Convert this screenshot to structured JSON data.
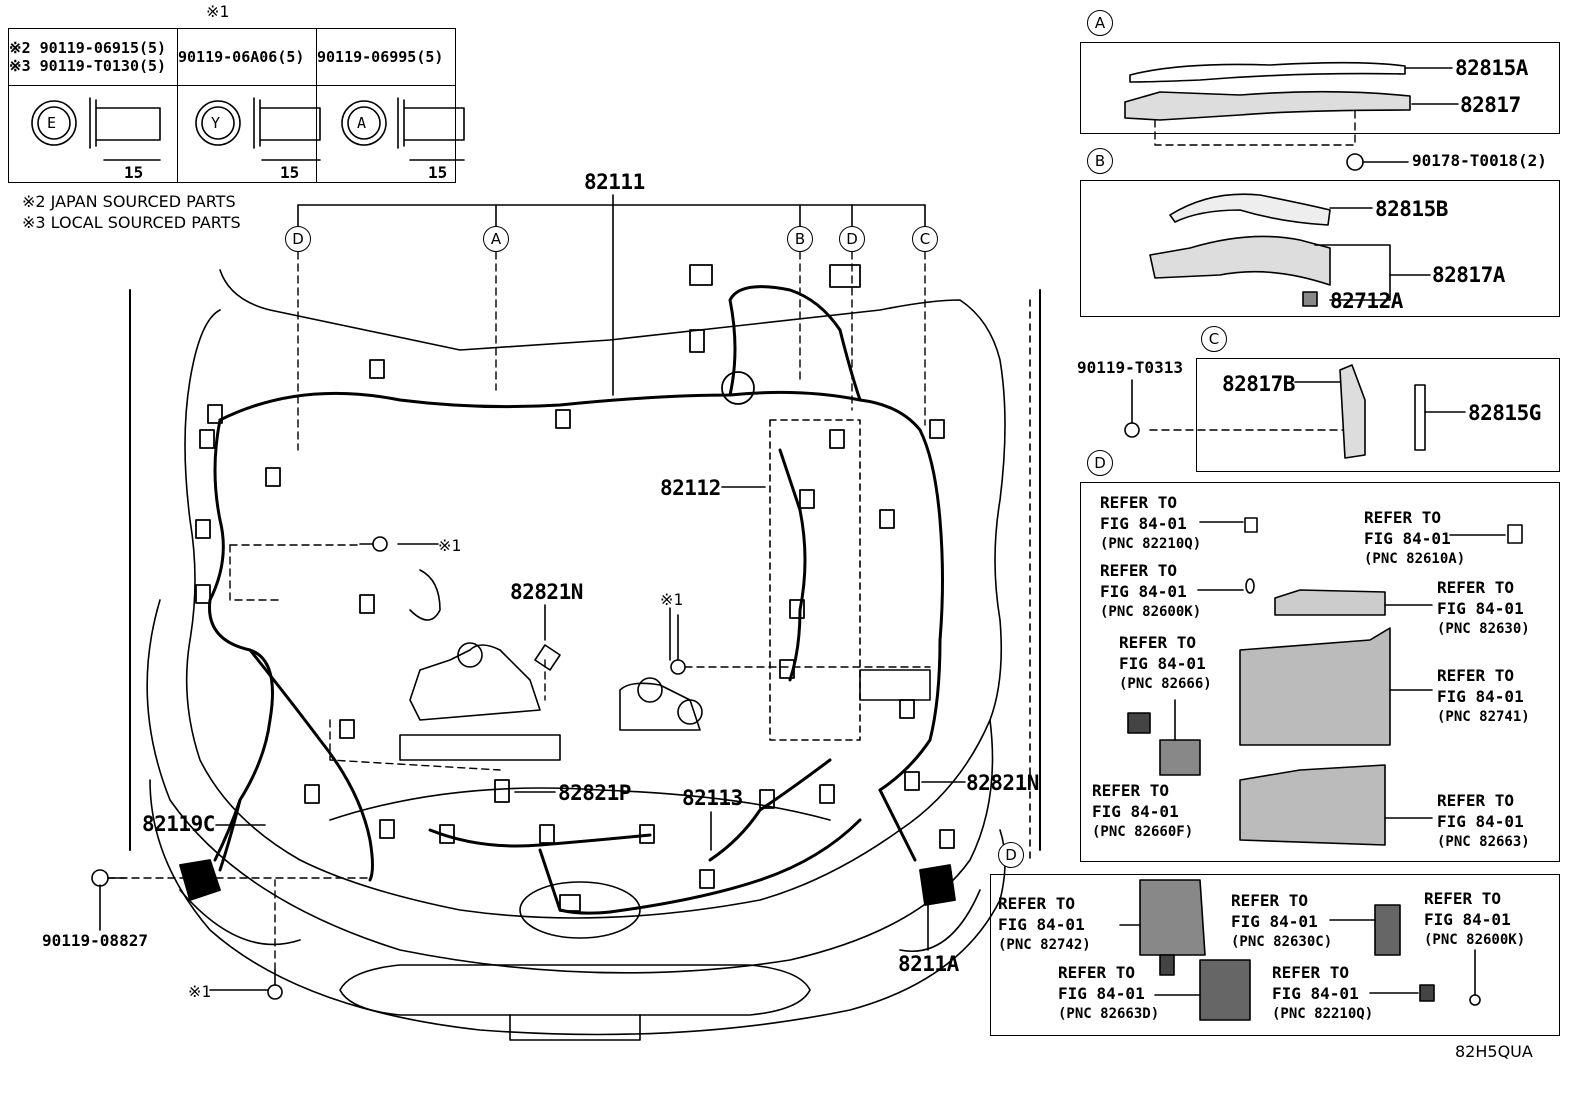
{
  "note_mark": "※1",
  "bolt_table": {
    "cells": [
      {
        "lines": [
          "※2 90119-06915(5)",
          "※3 90119-T0130(5)"
        ],
        "head_letter": "E",
        "dim": "15"
      },
      {
        "lines": [
          "90119-06A06(5)"
        ],
        "head_letter": "Y",
        "dim": "15"
      },
      {
        "lines": [
          "90119-06995(5)"
        ],
        "head_letter": "A",
        "dim": "15"
      }
    ]
  },
  "notes": [
    "※2 JAPAN SOURCED PARTS",
    "※3 LOCAL SOURCED PARTS"
  ],
  "callouts": [
    "D",
    "A",
    "B",
    "D",
    "C"
  ],
  "main_parts": {
    "p82111": "82111",
    "p82112": "82112",
    "p82821N_a": "82821N",
    "p82821N_b": "82821N",
    "p82821P": "82821P",
    "p82113": "82113",
    "p82119C": "82119C",
    "p90119_08827": "90119-08827",
    "p8211A": "8211A",
    "mark1_a": "※1",
    "mark1_b": "※1",
    "mark1_c": "※1"
  },
  "box_A": {
    "letter": "A",
    "parts": [
      "82815A",
      "82817"
    ],
    "bolt": "90178-T0018(2)"
  },
  "box_B": {
    "letter": "B",
    "parts": [
      "82815B",
      "82817A",
      "82712A"
    ]
  },
  "box_C": {
    "letter": "C",
    "bolt": "90119-T0313",
    "parts": [
      "82817B",
      "82815G"
    ]
  },
  "box_D1": {
    "letter": "D",
    "refs": [
      {
        "l1": "REFER TO",
        "l2": "FIG 84-01",
        "pnc": "(PNC 82210Q)"
      },
      {
        "l1": "REFER TO",
        "l2": "FIG 84-01",
        "pnc": "(PNC 82610A)"
      },
      {
        "l1": "REFER TO",
        "l2": "FIG 84-01",
        "pnc": "(PNC 82600K)"
      },
      {
        "l1": "REFER TO",
        "l2": "FIG 84-01",
        "pnc": "(PNC 82630)"
      },
      {
        "l1": "REFER TO",
        "l2": "FIG 84-01",
        "pnc": "(PNC 82666)"
      },
      {
        "l1": "REFER TO",
        "l2": "FIG 84-01",
        "pnc": "(PNC 82741)"
      },
      {
        "l1": "REFER TO",
        "l2": "FIG 84-01",
        "pnc": "(PNC 82660F)"
      },
      {
        "l1": "REFER TO",
        "l2": "FIG 84-01",
        "pnc": "(PNC 82663)"
      }
    ]
  },
  "box_D2": {
    "letter": "D",
    "refs": [
      {
        "l1": "REFER TO",
        "l2": "FIG 84-01",
        "pnc": "(PNC 82742)"
      },
      {
        "l1": "REFER TO",
        "l2": "FIG 84-01",
        "pnc": "(PNC 82630C)"
      },
      {
        "l1": "REFER TO",
        "l2": "FIG 84-01",
        "pnc": "(PNC 82600K)"
      },
      {
        "l1": "REFER TO",
        "l2": "FIG 84-01",
        "pnc": "(PNC 82663D)"
      },
      {
        "l1": "REFER TO",
        "l2": "FIG 84-01",
        "pnc": "(PNC 82210Q)"
      }
    ]
  },
  "figure_code": "82H5QUA"
}
